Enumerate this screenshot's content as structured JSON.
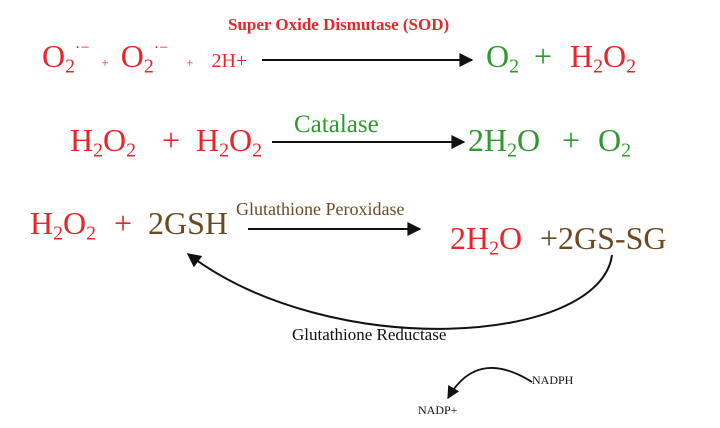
{
  "colors": {
    "reactant": "#e8262a",
    "product": "#2e9a2e",
    "glutathione": "#6b4a22",
    "text": "#111111"
  },
  "reaction1": {
    "enzyme": "Super Oxide Dismutase (SOD)",
    "reactants": {
      "o2a_base": "O",
      "o2a_sub": "2",
      "o2a_sup": "·−",
      "plus1": "+",
      "o2b_base": "O",
      "o2b_sub": "2",
      "o2b_sup": "·−",
      "plus2": "+",
      "h": "2H+"
    },
    "products": {
      "o2_base": "O",
      "o2_sub": "2",
      "plus": "+",
      "h2o2_h": "H",
      "h2o2_sub1": "2",
      "h2o2_o": "O",
      "h2o2_sub2": "2"
    }
  },
  "reaction2": {
    "enzyme": "Catalase",
    "reactants": {
      "a_h": "H",
      "a_sub1": "2",
      "a_o": "O",
      "a_sub2": "2",
      "plus": "+",
      "b_h": "H",
      "b_sub1": "2",
      "b_o": "O",
      "b_sub2": "2"
    },
    "products": {
      "water_pre": "2H",
      "water_sub": "2",
      "water_post": "O",
      "plus": "+",
      "o2_base": "O",
      "o2_sub": "2"
    }
  },
  "reaction3": {
    "enzyme": "Glutathione Peroxidase",
    "reactants": {
      "h": "H",
      "sub1": "2",
      "o": "O",
      "sub2": "2",
      "plus": "+",
      "gsh": "2GSH"
    },
    "products": {
      "water_pre": "2H",
      "water_sub": "2",
      "water_post": "O",
      "gssg": "+2GS-SG"
    }
  },
  "cycle": {
    "enzyme": "Glutathione Reductase",
    "cofactor_in": "NADPH",
    "cofactor_out": "NADP+"
  }
}
